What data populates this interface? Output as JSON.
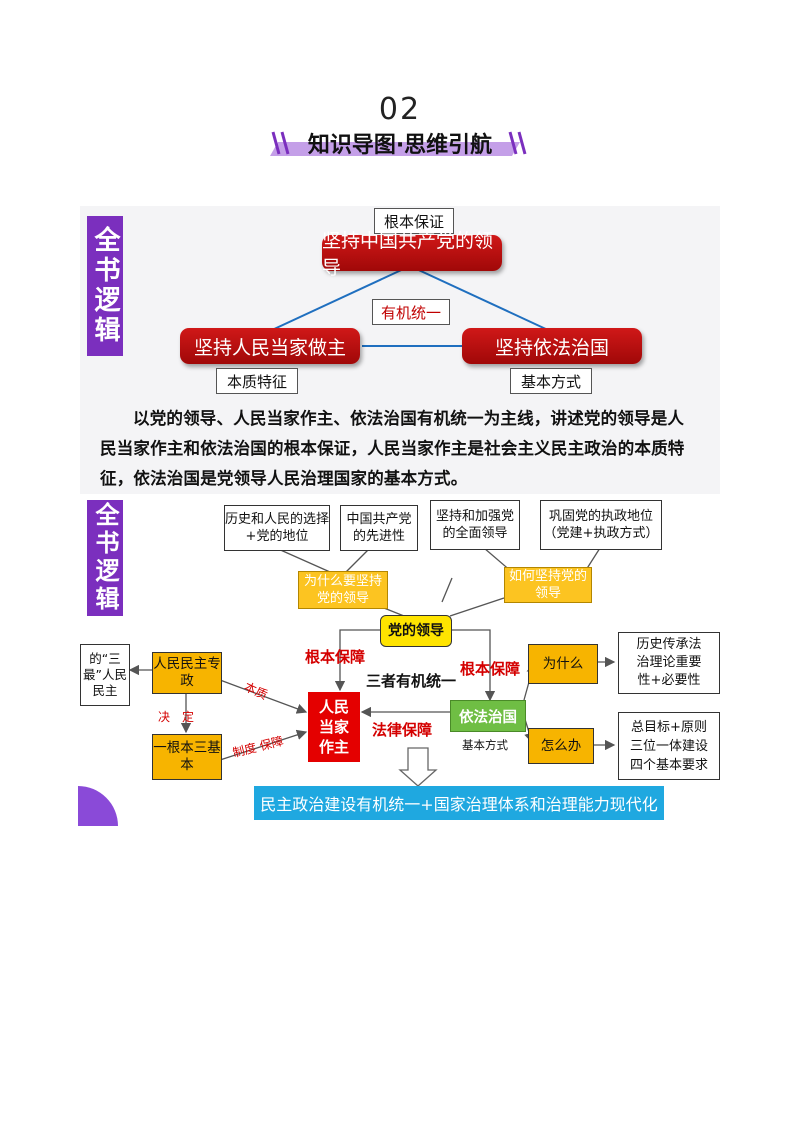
{
  "header": {
    "number": "02",
    "title": "知识导图·思维引航"
  },
  "section1": {
    "side_title": "全书逻辑",
    "top_label": "根本保证",
    "top_box": "坚持中国共产党的领导",
    "left_box": "坚持人民当家做主",
    "right_box": "坚持依法治国",
    "center_label": "有机统一",
    "left_label": "本质特征",
    "right_label": "基本方式",
    "paragraph": "以党的领导、人民当家作主、依法治国有机统一为主线，讲述党的领导是人民当家作主和依法治国的根本保证，人民当家作主是社会主义民主政治的本质特征，依法治国是党领导人民治理国家的基本方式。"
  },
  "section2": {
    "side_title": "全书逻辑",
    "top_boxes": [
      "历史和人民的选择+党的地位",
      "中国共产党的先进性",
      "坚持和加强党的全面领导",
      "巩固党的执政地位（党建+执政方式）"
    ],
    "why_party": "为什么要坚持党的领导",
    "how_party": "如何坚持党的领导",
    "party_leadership": "党的领导",
    "fundamental_guarantee_left": "根本保障",
    "fundamental_guarantee_right": "根本保障",
    "three_unity": "三者有机统一",
    "legal_guarantee": "法律保障",
    "three_most": "的“三最”人民民主",
    "people_democracy": "人民民主专政",
    "decide": "决　定",
    "one_root": "一根本三基本",
    "essence": "本质",
    "system_guarantee": "制度 保障",
    "people_master": "人民当家作主",
    "rule_of_law": "依法治国",
    "basic_way": "基本方式",
    "why": "为什么",
    "how": "怎么办",
    "why_detail": "历史传承法治理论重要性+必要性",
    "how_detail": "总目标+原则三位一体建设四个基本要求",
    "bottom": "民主政治建设有机统一+国家治理体系和治理能力现代化"
  }
}
